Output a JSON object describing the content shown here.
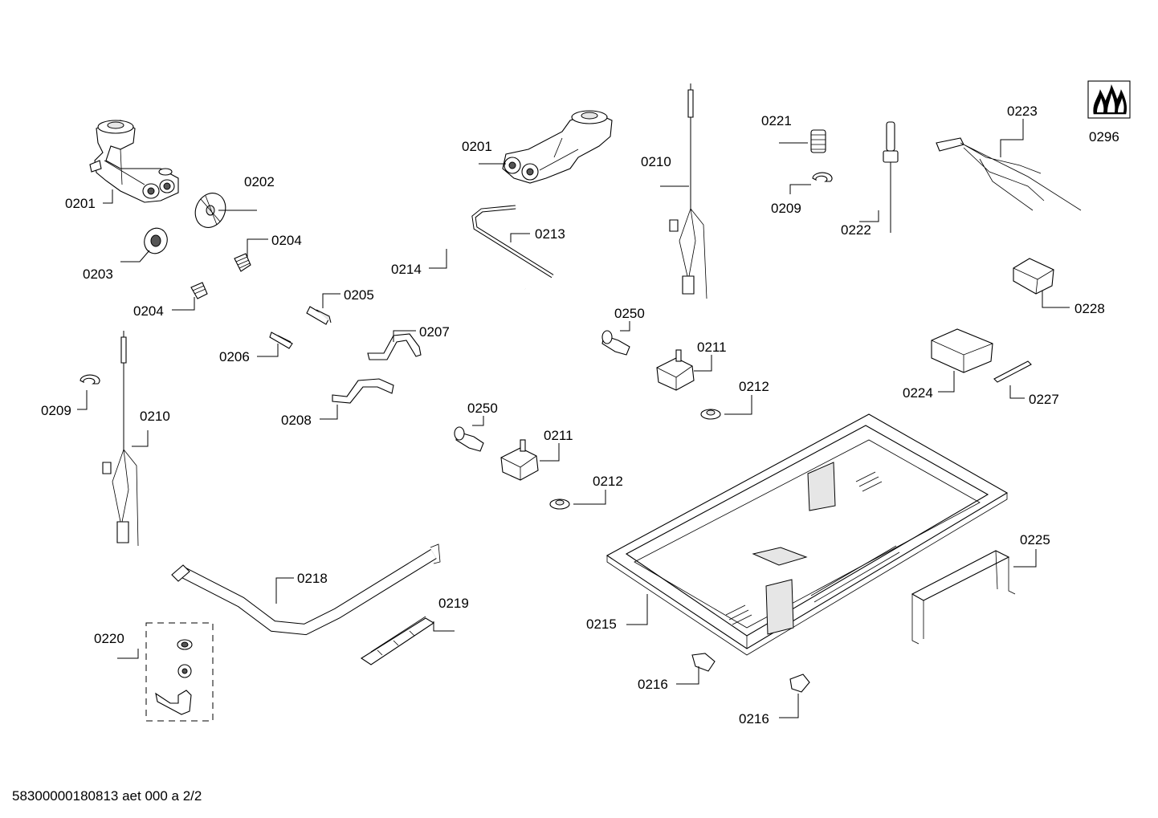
{
  "labels": {
    "p0201a": "0201",
    "p0202": "0202",
    "p0203": "0203",
    "p0204a": "0204",
    "p0204b": "0204",
    "p0205": "0205",
    "p0206": "0206",
    "p0207": "0207",
    "p0208": "0208",
    "p0209a": "0209",
    "p0210a": "0210",
    "p0201b": "0201",
    "p0213": "0213",
    "p0214": "0214",
    "p0210b": "0210",
    "p0221": "0221",
    "p0209b": "0209",
    "p0222": "0222",
    "p0223": "0223",
    "p0296": "0296",
    "p0228": "0228",
    "p0250a": "0250",
    "p0211a": "0211",
    "p0212a": "0212",
    "p0250b": "0250",
    "p0211b": "0211",
    "p0212b": "0212",
    "p0224": "0224",
    "p0227": "0227",
    "p0225": "0225",
    "p0215": "0215",
    "p0216a": "0216",
    "p0216b": "0216",
    "p0218": "0218",
    "p0219": "0219",
    "p0220": "0220"
  },
  "footer": "58300000180813 aet 000 a 2/2",
  "icons": {
    "logo": "triple-flame-icon"
  }
}
